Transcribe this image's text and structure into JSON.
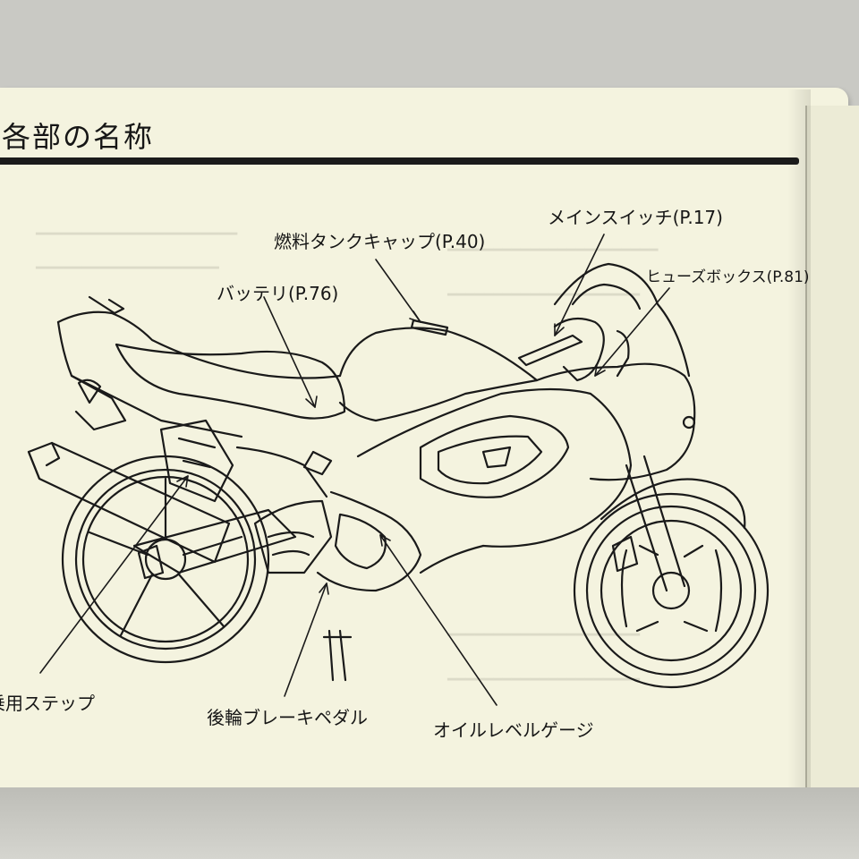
{
  "page": {
    "title": "各部の名称",
    "colors": {
      "paper": "#f4f3df",
      "ink": "#161616",
      "background": "#c9c9c4"
    }
  },
  "labels": {
    "fuel_tank_cap": "燃料タンクキャップ(P.40)",
    "main_switch": "メインスイッチ(P.17)",
    "fuse_box": "ヒューズボックス(P.81)",
    "battery": "バッテリ(P.76)",
    "footrest": "乗用ステップ",
    "rear_brake_pedal": "後輪ブレーキペダル",
    "oil_level_gauge": "オイルレベルゲージ"
  },
  "illustration": {
    "subject": "motorcycle-line-drawing-icon"
  }
}
